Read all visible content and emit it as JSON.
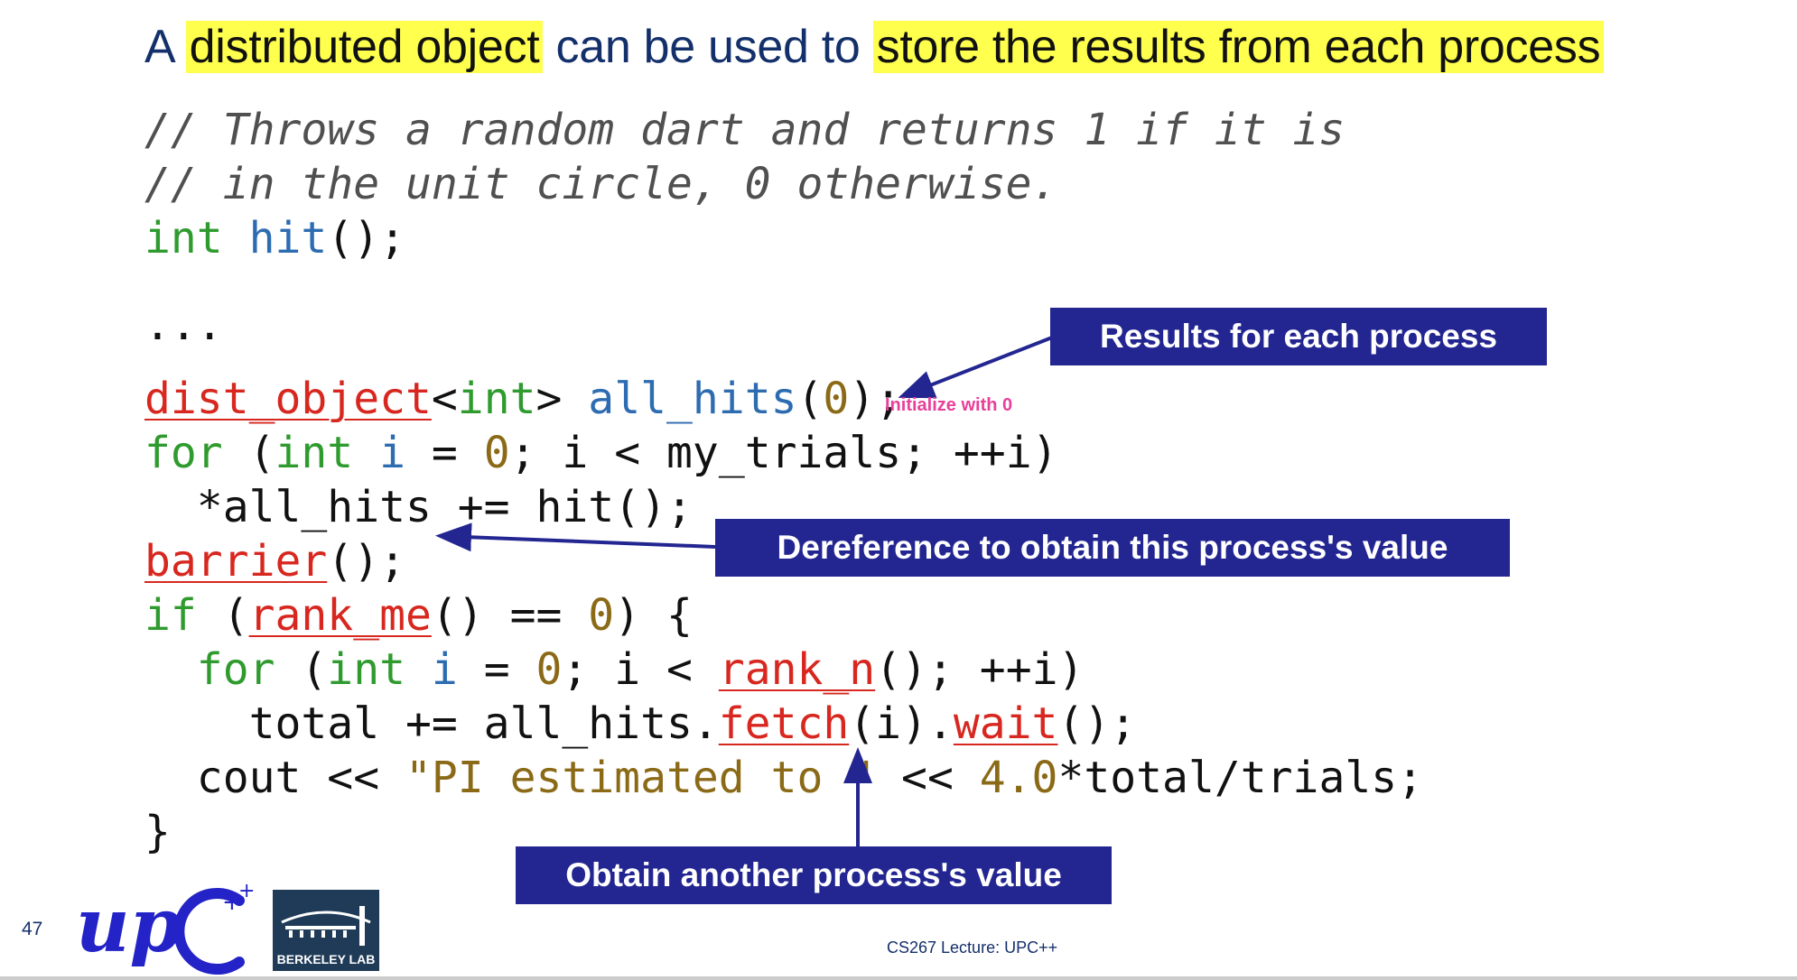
{
  "slide": {
    "title_parts": [
      "A ",
      "distributed object",
      " can be used to ",
      "store the results from each process"
    ],
    "page_number": "47",
    "footer": "CS267 Lecture: UPC++"
  },
  "code": {
    "comment1": "// Throws a random dart and returns 1 if it is",
    "comment2": "// in the unit circle, 0 otherwise.",
    "ellipsis": "..."
  },
  "callouts": {
    "results": "Results for each process",
    "init_note": "Initialize with 0",
    "deref": "Dereference to obtain this process's value",
    "fetch": "Obtain another process's value"
  },
  "logos": {
    "berkeley": "BERKELEY LAB"
  },
  "colors": {
    "callout_bg": "#232691",
    "highlight": "#ffff4d",
    "keyword": "#2f9b2f",
    "upcxx_api": "#d7271f",
    "note": "#e8409a"
  }
}
